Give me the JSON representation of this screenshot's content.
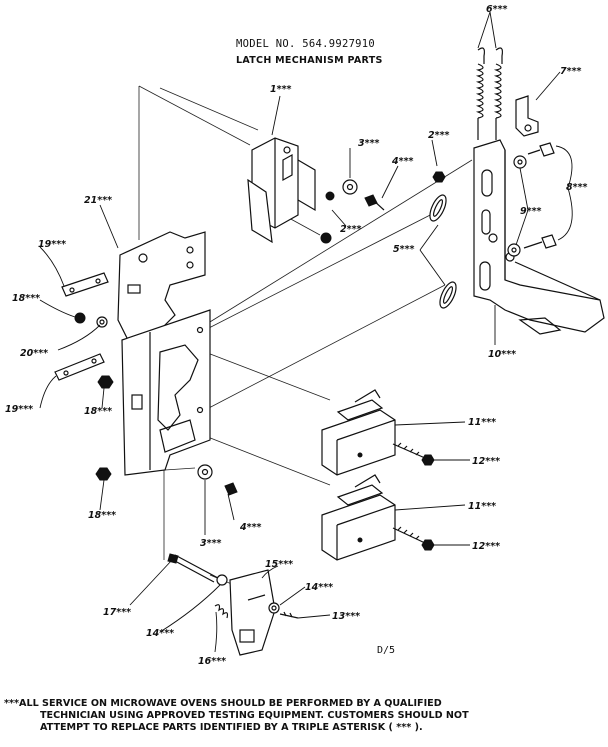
{
  "header": {
    "model": "MODEL NO. 564.9927910",
    "title": "LATCH MECHANISM PARTS"
  },
  "labels": {
    "p1": "1***",
    "p2a": "2***",
    "p2b": "2***",
    "p3a": "3***",
    "p3b": "3***",
    "p4a": "4***",
    "p4b": "4***",
    "p5": "5***",
    "p6": "6***",
    "p7": "7***",
    "p8": "8***",
    "p9": "9***",
    "p10": "10***",
    "p11a": "11***",
    "p11b": "11***",
    "p12a": "12***",
    "p12b": "12***",
    "p13": "13***",
    "p14a": "14***",
    "p14b": "14***",
    "p15": "15***",
    "p16": "16***",
    "p17": "17***",
    "p18a": "18***",
    "p18b": "18***",
    "p18c": "18***",
    "p19a": "19***",
    "p19b": "19***",
    "p20": "20***",
    "p21": "21***"
  },
  "ref_code": "D/5",
  "footer_note": {
    "line1": "***ALL SERVICE ON MICROWAVE OVENS SHOULD BE PERFORMED BY A QUALIFIED",
    "line2": "TECHNICIAN USING APPROVED TESTING EQUIPMENT. CUSTOMERS SHOULD NOT",
    "line3": "ATTEMPT TO REPLACE PARTS IDENTIFIED BY A TRIPLE ASTERISK ( *** )."
  }
}
